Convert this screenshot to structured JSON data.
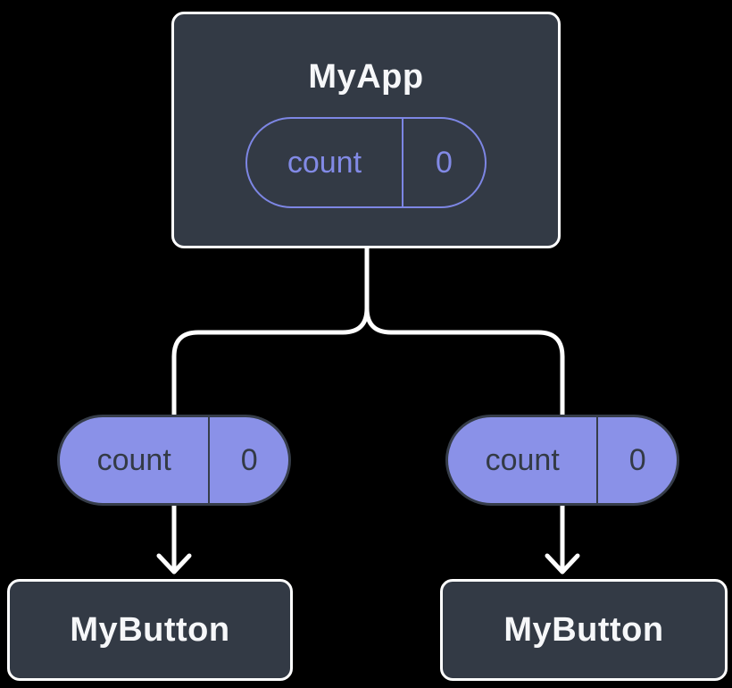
{
  "canvas": {
    "background": "#000000"
  },
  "colors": {
    "box_fill": "#333a45",
    "box_border": "#ffffff",
    "box_text": "#f6f7f9",
    "pill_fill": "#8a91e8",
    "pill_dark_border": "#363d49",
    "pill_outline_purple": "#7d86e4",
    "pill_outline_text": "#828ae6",
    "connector": "#ffffff"
  },
  "tree": {
    "root": {
      "label": "MyApp",
      "state": {
        "name": "count",
        "value": "0"
      }
    },
    "children": [
      {
        "label": "MyButton",
        "prop": {
          "name": "count",
          "value": "0"
        }
      },
      {
        "label": "MyButton",
        "prop": {
          "name": "count",
          "value": "0"
        }
      }
    ]
  }
}
